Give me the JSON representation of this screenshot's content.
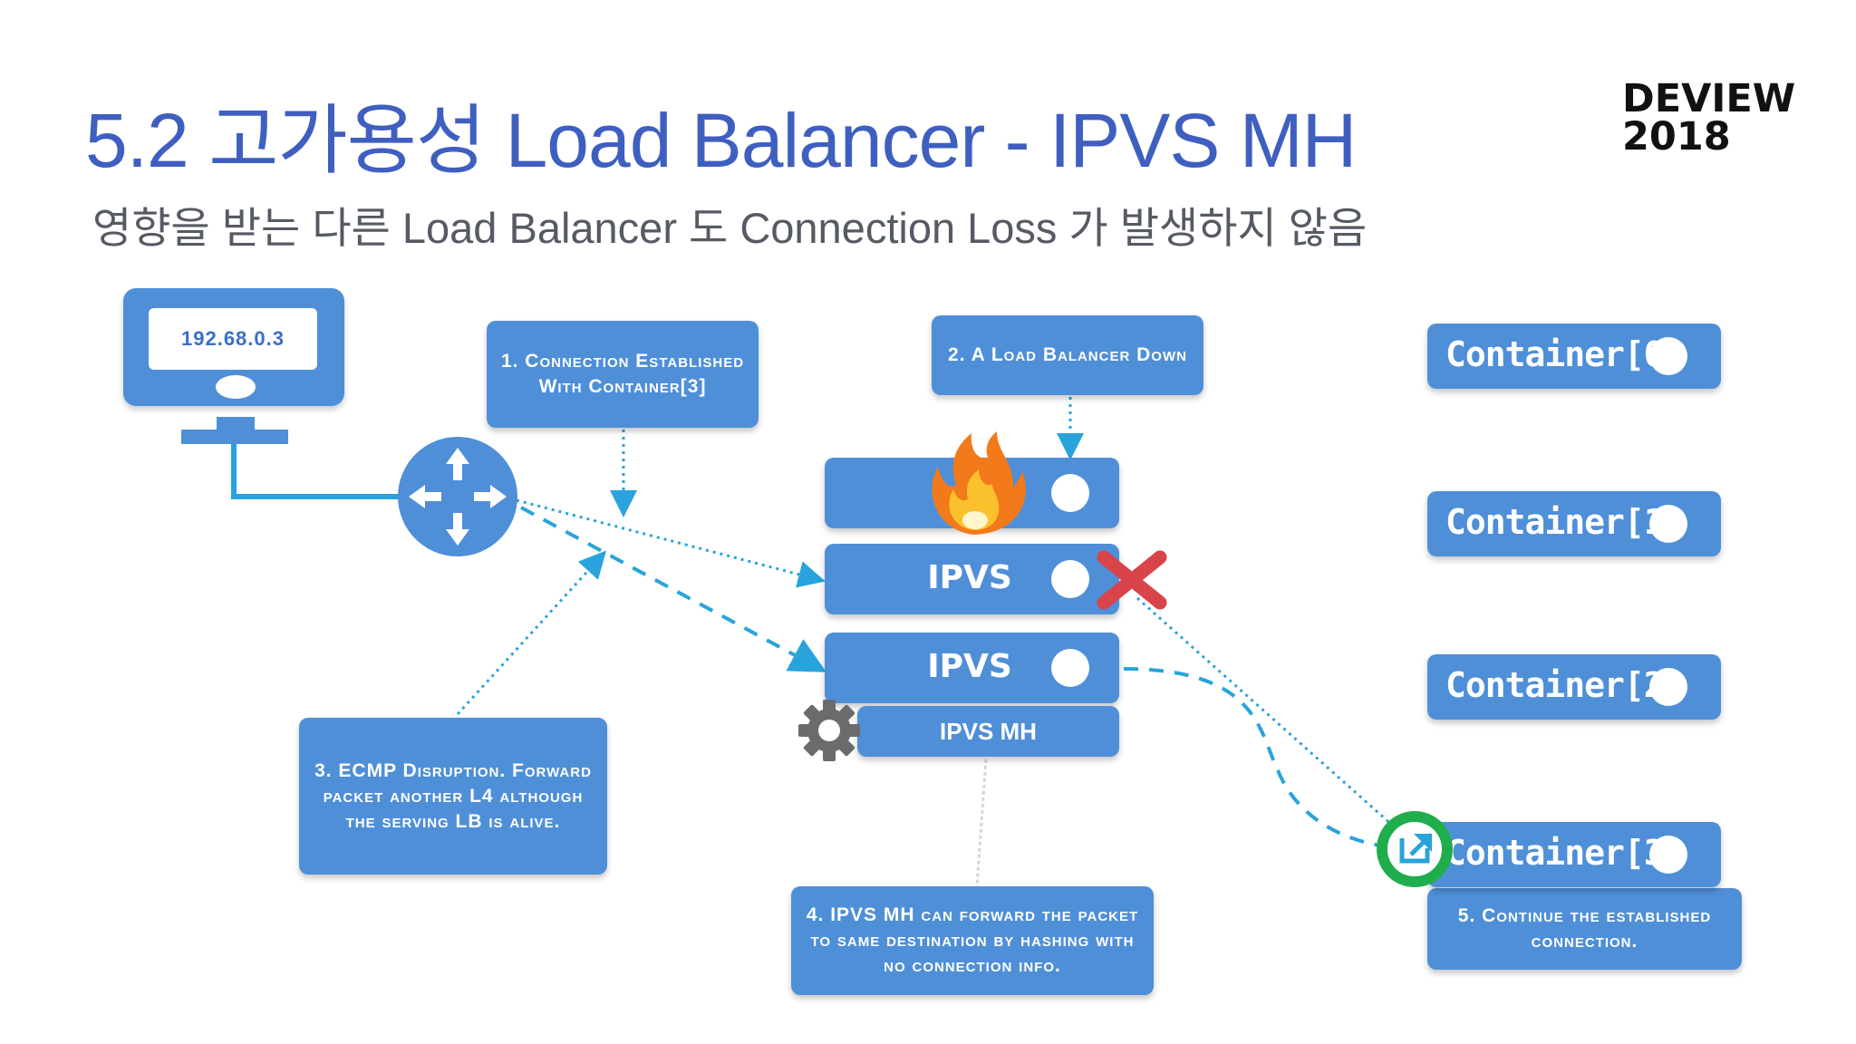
{
  "header": {
    "title": "5.2 고가용성 Load Balancer - IPVS MH",
    "subtitle": "영향을 받는 다른 Load Balancer 도 Connection Loss 가 발생하지 않음",
    "logo_line1": "DEVIEW",
    "logo_line2": "2018"
  },
  "client": {
    "ip": "192.68.0.3"
  },
  "notes": {
    "n1": "1. Connection Established With Container[3]",
    "n2": "2. A Load Balancer Down",
    "n3": "3. ECMP Disruption. Forward packet another L4 although the serving LB is alive.",
    "n4": "4. IPVS MH can forward the packet to same destination by hashing with no connection info.",
    "n5": "5. Continue the established connection."
  },
  "servers": {
    "s2_label": "IPVS",
    "s3_label": "IPVS",
    "module_label": "IPVS MH"
  },
  "containers": [
    "Container[0]",
    "Container[1]",
    "Container[2]",
    "Container[3]"
  ],
  "colors": {
    "title": "#3f5fc0",
    "box": "#4f8fd8",
    "arrow": "#29a3dc",
    "x_mark": "#d9434a",
    "highlight_ring": "#1fae4b"
  },
  "icons": [
    "monitor-icon",
    "router-icon",
    "fire-icon",
    "x-mark-icon",
    "gear-icon",
    "connection-icon"
  ]
}
